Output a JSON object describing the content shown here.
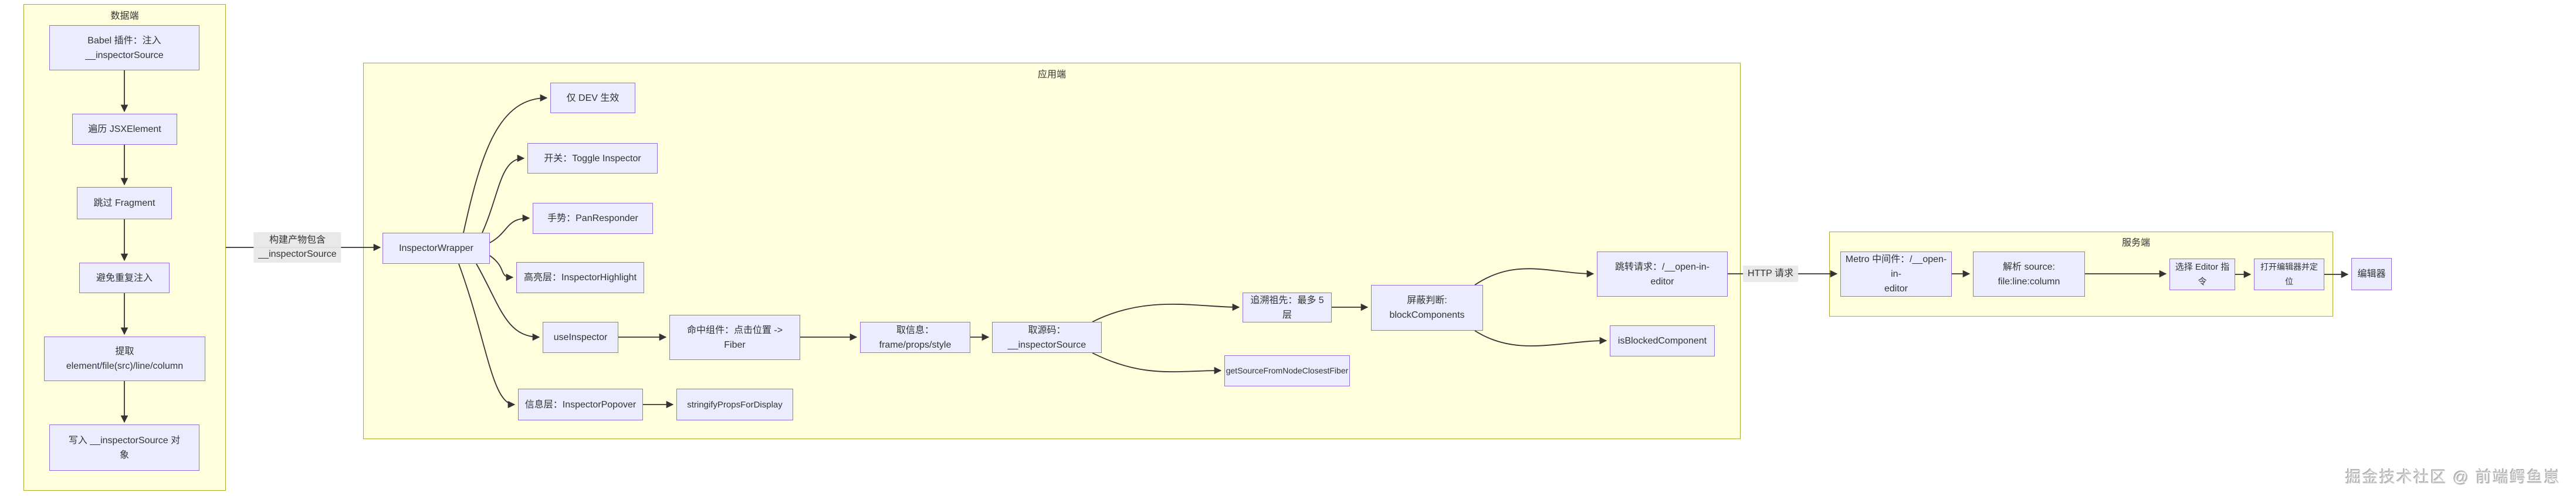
{
  "containers": {
    "data": {
      "label": "数据端"
    },
    "app": {
      "label": "应用端"
    },
    "server": {
      "label": "服务端"
    }
  },
  "nodes": {
    "babel": {
      "label": "Babel 插件：注入\n__inspectorSource"
    },
    "traverse": {
      "label": "遍历 JSXElement"
    },
    "skip_fragment": {
      "label": "跳过 Fragment"
    },
    "avoid_duplicate": {
      "label": "避免重复注入"
    },
    "extract": {
      "label": "提取\nelement/file(src)/line/column"
    },
    "write_source": {
      "label": "写入 __inspectorSource 对\n象"
    },
    "inspector_wrapper": {
      "label": "InspectorWrapper"
    },
    "dev_only": {
      "label": "仅 DEV 生效"
    },
    "toggle": {
      "label": "开关：Toggle Inspector"
    },
    "gesture": {
      "label": "手势：PanResponder"
    },
    "highlight": {
      "label": "高亮层：InspectorHighlight"
    },
    "use_inspector": {
      "label": "useInspector"
    },
    "popover": {
      "label": "信息层：InspectorPopover"
    },
    "hit_component": {
      "label": "命中组件：点击位置 ->\nFiber"
    },
    "get_info": {
      "label": "取信息：frame/props/style"
    },
    "get_source": {
      "label": "取源码：__inspectorSource"
    },
    "trace_ancestors": {
      "label": "追溯祖先：最多 5 层"
    },
    "block_judge": {
      "label": "屏蔽判断:\nblockComponents"
    },
    "jump_request": {
      "label": "跳转请求：/__open-in-\neditor"
    },
    "is_blocked": {
      "label": "isBlockedComponent"
    },
    "get_source_from_node": {
      "label": "getSourceFromNodeClosestFiber"
    },
    "stringify_props": {
      "label": "stringifyPropsForDisplay"
    },
    "metro": {
      "label": "Metro 中间件：/__open-in-\neditor"
    },
    "parse_source": {
      "label": "解析 source:\nfile:line:column"
    },
    "choose_editor": {
      "label": "选择 Editor 指令"
    },
    "open_editor": {
      "label": "打开编辑器并定位"
    },
    "editor": {
      "label": "编辑器"
    }
  },
  "edge_labels": {
    "build_artifact": "构建产物包含\n__inspectorSource",
    "http_request": "HTTP 请求"
  },
  "watermark": "掘金技术社区 @ 前端鳄鱼崽",
  "colors": {
    "container_fill": "#ffffde",
    "container_border": "#aaaa33",
    "node_fill": "#ececff",
    "node_border": "#9370db",
    "edge": "#333333",
    "edge_label_bg": "#e8e8e8"
  }
}
